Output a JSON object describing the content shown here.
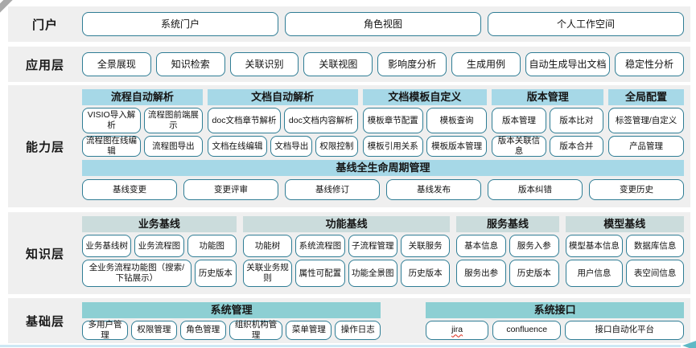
{
  "colors": {
    "band_background": "#efefef",
    "box_border": "#2f7d95",
    "capability_header": "#a6d8e7",
    "knowledge_header": "#cbdcdc",
    "foundation_header": "#8dcfd3",
    "bottom_line": "#cde8f4",
    "arrow": "#5fb9c5"
  },
  "layers": {
    "portal": {
      "label": "门户",
      "items": [
        "系统门户",
        "角色视图",
        "个人工作空间"
      ]
    },
    "application": {
      "label": "应用层",
      "items": [
        "全景展现",
        "知识检索",
        "关联识别",
        "关联视图",
        "影响度分析",
        "生成用例",
        "自动生成导出文档",
        "稳定性分析"
      ]
    },
    "capability": {
      "label": "能力层",
      "groups": [
        {
          "title": "流程自动解析",
          "row1": [
            "VISIO导入解析",
            "流程图前端展示"
          ],
          "row2": [
            "流程图在线编辑",
            "流程图导出"
          ]
        },
        {
          "title": "文档自动解析",
          "row1": [
            "doc文档章节解析",
            "doc文档内容解析"
          ],
          "row2": [
            "文档在线编辑",
            "文档导出",
            "权限控制"
          ]
        },
        {
          "title": "文档模板自定义",
          "row1": [
            "模板章节配置",
            "模板查询"
          ],
          "row2": [
            "模板引用关系",
            "模板版本管理"
          ]
        },
        {
          "title": "版本管理",
          "row1": [
            "版本管理",
            "版本比对"
          ],
          "row2": [
            "版本关联信息",
            "版本合并"
          ]
        },
        {
          "title": "全局配置",
          "row1": [
            "标签管理/自定义"
          ],
          "row2": [
            "产品管理"
          ]
        }
      ],
      "baseline": {
        "title": "基线全生命周期管理",
        "items": [
          "基线变更",
          "变更评审",
          "基线修订",
          "基线发布",
          "版本纠错",
          "变更历史"
        ]
      }
    },
    "knowledge": {
      "label": "知识层",
      "groups": [
        {
          "title": "业务基线",
          "row1": [
            "业务基线树",
            "业务流程图",
            "功能图"
          ],
          "row2": [
            "全业务流程功能图（搜索/下钻展示）",
            "历史版本"
          ]
        },
        {
          "title": "功能基线",
          "row1": [
            "功能树",
            "系统流程图",
            "子流程管理",
            "关联服务"
          ],
          "row2": [
            "关联业务规则",
            "属性可配置",
            "功能全景图",
            "历史版本"
          ]
        },
        {
          "title": "服务基线",
          "row1": [
            "基本信息",
            "服务入参"
          ],
          "row2": [
            "服务出参",
            "历史版本"
          ]
        },
        {
          "title": "模型基线",
          "row1": [
            "模型基本信息",
            "数据库信息"
          ],
          "row2": [
            "用户信息",
            "表空间信息"
          ]
        }
      ]
    },
    "foundation": {
      "label": "基础层",
      "groups": [
        {
          "title": "系统管理",
          "items": [
            "多用户管理",
            "权限管理",
            "角色管理",
            "组织机构管理",
            "菜单管理",
            "操作日志"
          ]
        },
        {
          "title": "系统接口",
          "items": [
            "jira",
            "confluence",
            "接口自动化平台"
          ]
        }
      ]
    }
  }
}
